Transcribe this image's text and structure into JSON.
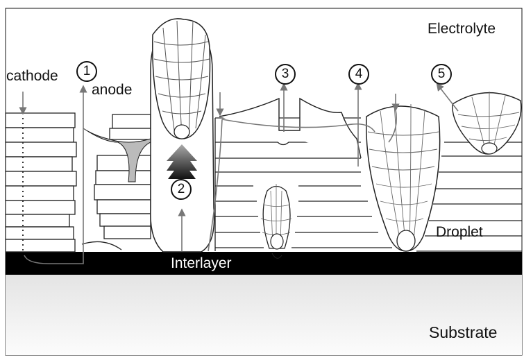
{
  "labels": {
    "electrolyte": "Electrolyte",
    "cathode": "cathode",
    "anode": "anode",
    "droplet": "Droplet",
    "interlayer": "Interlayer",
    "substrate": "Substrate"
  },
  "markers": [
    "1",
    "2",
    "3",
    "4",
    "5"
  ],
  "colors": {
    "interlayer": "#000000",
    "substrate_top": "#e6e6e6",
    "substrate_bottom": "#fbfbfb",
    "arrow": "#777777",
    "line": "#222222"
  }
}
